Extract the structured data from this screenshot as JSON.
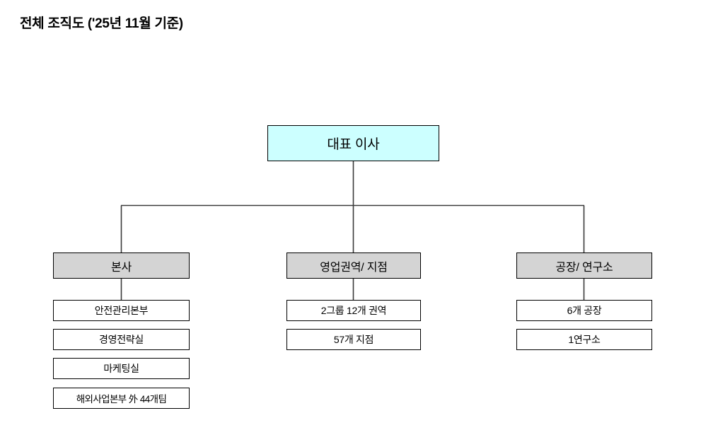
{
  "page": {
    "title": "전체 조직도 ('25년 11월 기준)"
  },
  "colors": {
    "root_fill": "#CCFFFF",
    "division_fill": "#D4D4D4",
    "leaf_fill": "#FFFFFF",
    "border": "#000000",
    "connector": "#3A3A3A",
    "text": "#000000"
  },
  "org": {
    "root": {
      "label": "대표 이사"
    },
    "divisions": [
      {
        "id": "headquarters",
        "label": "본사",
        "children": [
          {
            "label": "안전관리본부"
          },
          {
            "label": "경영전략실"
          },
          {
            "label": "마케팅실"
          },
          {
            "label": "해외사업본부 外 44개팀"
          }
        ]
      },
      {
        "id": "sales-region-branch",
        "label": "영업권역/ 지점",
        "children": [
          {
            "label": "2그룹 12개 권역"
          },
          {
            "label": "57개 지점"
          }
        ]
      },
      {
        "id": "factory-research",
        "label": "공장/ 연구소",
        "children": [
          {
            "label": "6개 공장"
          },
          {
            "label": "1연구소"
          }
        ]
      }
    ]
  }
}
